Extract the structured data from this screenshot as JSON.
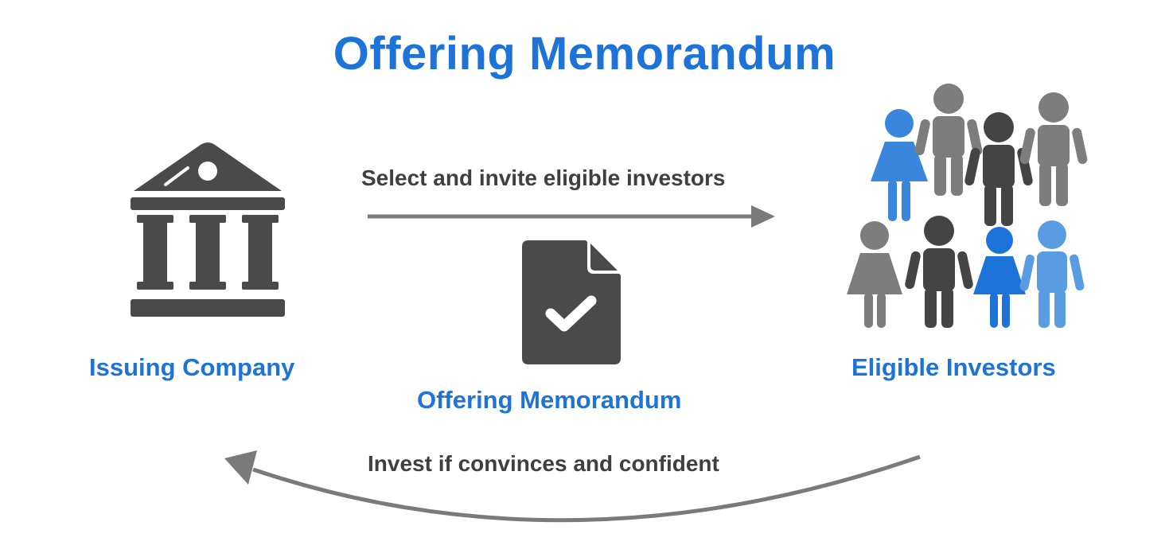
{
  "title": "Offering Memorandum",
  "nodes": {
    "issuer_label": "Issuing Company",
    "document_label": "Offering Memorandum",
    "investors_label": "Eligible Investors"
  },
  "flows": {
    "forward_label": "Select and invite eligible investors",
    "return_label": "Invest if convinces and confident"
  },
  "icons": {
    "issuer": "bank-building-icon",
    "document": "document-check-icon",
    "investors": "people-group-icon"
  },
  "colors": {
    "accent_blue": "#1e73d8",
    "icon_dark": "#4a4a4a",
    "arrow_gray": "#7a7a7a",
    "person_blue": "#3a86dc",
    "person_light_blue": "#5a9ce2",
    "person_gray": "#7d7d7d",
    "person_dark": "#444444"
  }
}
